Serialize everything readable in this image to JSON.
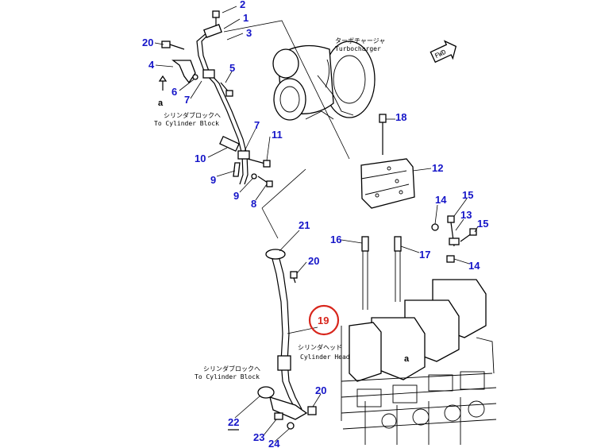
{
  "labels": {
    "turbo_jp": "ターボチャージャ",
    "turbo_en": "Turbocharger",
    "cyl_block_jp_1": "シリンダブロックへ",
    "cyl_block_en_1": "To Cylinder Block",
    "cyl_head_jp": "シリンダヘッド",
    "cyl_head_en": "Cylinder Head",
    "cyl_block_jp_2": "シリンダブロックへ",
    "cyl_block_en_2": "To Cylinder Block",
    "fwd": "FWD",
    "ref_a_1": "a",
    "ref_a_2": "a"
  },
  "callouts": {
    "p1": "1",
    "p2": "2",
    "p3": "3",
    "p4": "4",
    "p5": "5",
    "p6": "6",
    "p7a": "7",
    "p7b": "7",
    "p8": "8",
    "p9a": "9",
    "p9b": "9",
    "p10": "10",
    "p11": "11",
    "p12": "12",
    "p13": "13",
    "p14a": "14",
    "p14b": "14",
    "p15a": "15",
    "p15b": "15",
    "p16": "16",
    "p17": "17",
    "p18": "18",
    "p19": "19",
    "p20a": "20",
    "p20b": "20",
    "p20c": "20",
    "p21": "21",
    "p22": "22",
    "p23": "23",
    "p24": "24"
  },
  "highlight_color": "#d8261c",
  "callout_color": "#1515c8"
}
